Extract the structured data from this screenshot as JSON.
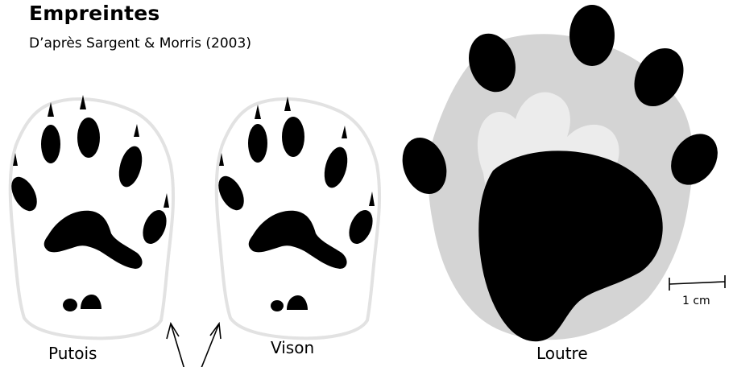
{
  "title": "Empreintes",
  "subtitle": "D’après Sargent & Morris (2003)",
  "labels": {
    "putois": "Putois",
    "vison": "Vison",
    "loutre": "Loutre"
  },
  "scale_bar": {
    "label": "1 cm"
  },
  "colors": {
    "pad": "#000000",
    "outline": "#e2e2e2",
    "otter_outer": "#d4d4d4",
    "otter_inner": "#ececec"
  }
}
